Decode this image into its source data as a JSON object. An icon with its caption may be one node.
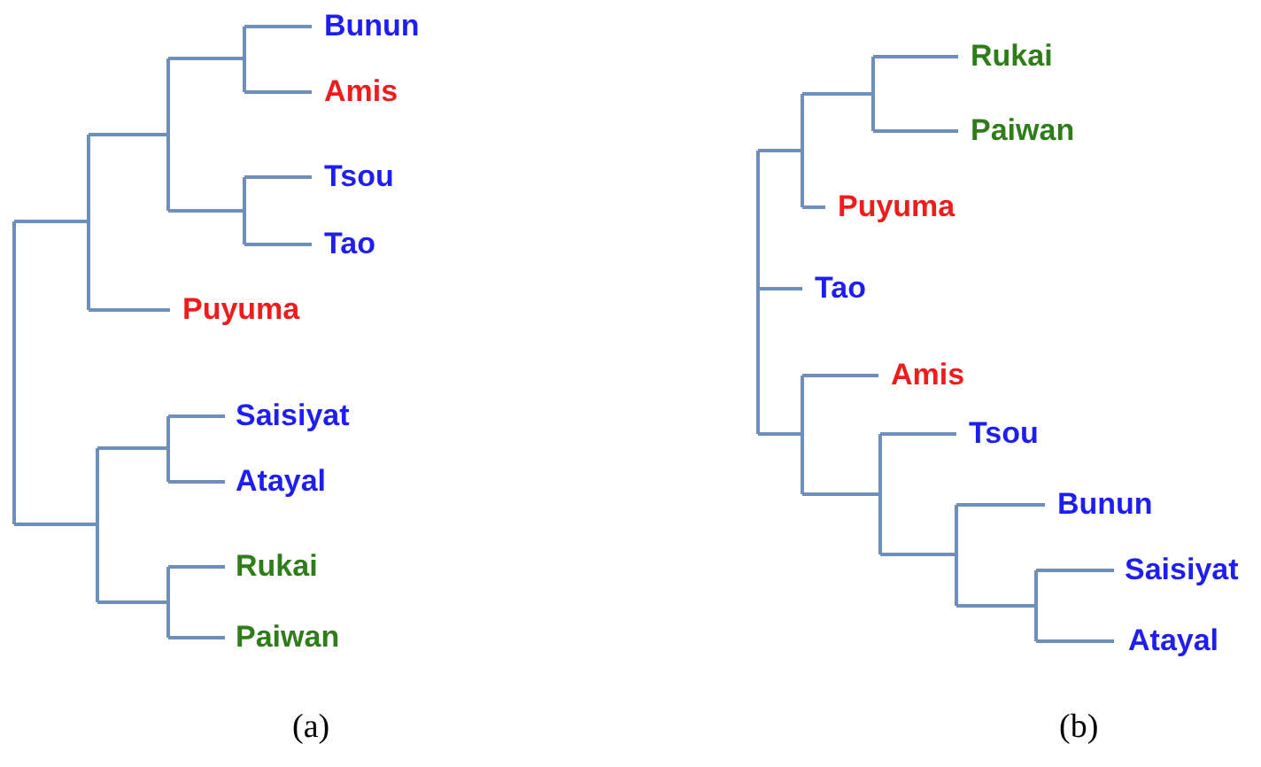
{
  "diagram": {
    "labels": [
      "Bunun",
      "Amis",
      "Tsou",
      "Tao",
      "Puyuma",
      "Saisiyat",
      "Atayal",
      "Rukai",
      "Paiwan",
      "Rukai",
      "Paiwan",
      "Puyuma",
      "Tao",
      "Amis",
      "Tsou",
      "Bunun",
      "Saisiyat",
      "Atayal",
      "(a)",
      "(b)"
    ]
  }
}
